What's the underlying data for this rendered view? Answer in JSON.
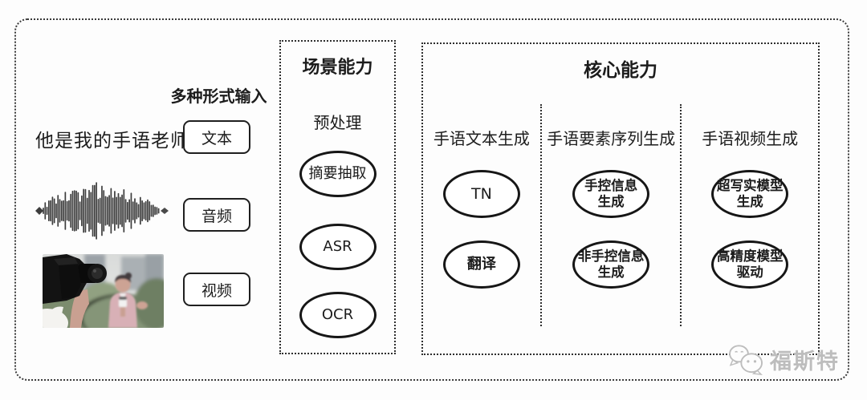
{
  "colors": {
    "ink": "#1c1c1c",
    "bg": "#fdfdfd",
    "line": "#1a1a1a",
    "watermark": "#bdbdbd"
  },
  "input_section": {
    "header": "多种形式输入",
    "text_sample": "他是我的手语老师",
    "text_label": "文本",
    "audio_label": "音频",
    "video_label": "视频"
  },
  "scene_box": {
    "title": "场景能力",
    "subtitle": "预处理",
    "nodes": [
      "摘要抽取",
      "ASR",
      "OCR"
    ]
  },
  "core_box": {
    "title": "核心能力",
    "columns": [
      {
        "header": "手语文本生成",
        "node1_line1": "TN",
        "node1_line2": "",
        "node2_line1": "翻译",
        "node2_line2": ""
      },
      {
        "header": "手语要素序列生成",
        "node1_line1": "手控信息",
        "node1_line2": "生成",
        "node2_line1": "非手控信息",
        "node2_line2": "生成"
      },
      {
        "header": "手语视频生成",
        "node1_line1": "超写实模型",
        "node1_line2": "生成",
        "node2_line1": "高精度模型",
        "node2_line2": "驱动"
      }
    ]
  },
  "watermark": {
    "text": "福斯特"
  }
}
